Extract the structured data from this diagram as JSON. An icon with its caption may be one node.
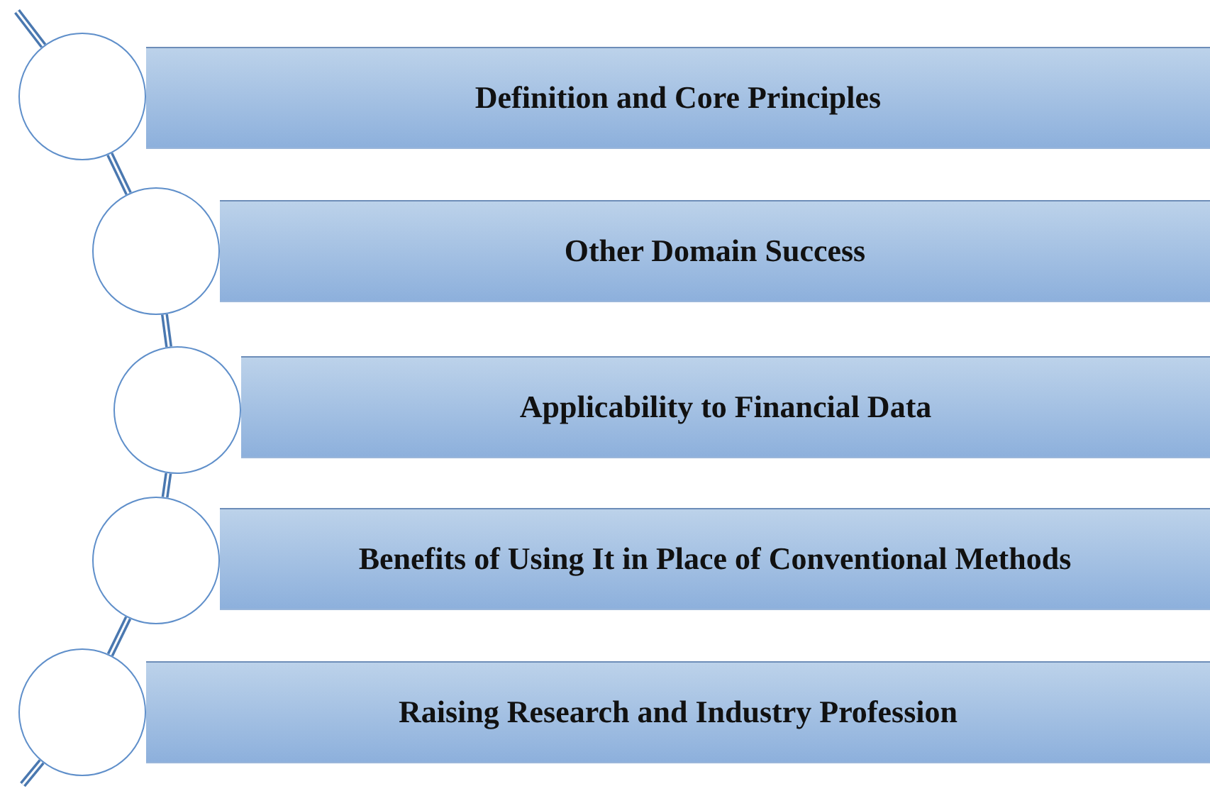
{
  "diagram": {
    "nodes": [
      {
        "text": [
          "Definition and Core Principles"
        ]
      },
      {
        "text": [
          "Other Domain Success"
        ]
      },
      {
        "text": [
          "Applicability to Financial Data"
        ]
      },
      {
        "text": [
          "Benefits of Using It in Place of Conventional Methods"
        ]
      },
      {
        "text": [
          "Raising Research and Industry Profession"
        ]
      },
      {
        "text": [],
        "shape": "circle"
      },
      {
        "text": [],
        "shape": "circle"
      },
      {
        "text": [],
        "shape": "circle"
      },
      {
        "text": [],
        "shape": "circle"
      },
      {
        "text": [],
        "shape": "circle"
      }
    ],
    "edges": [
      {
        "from": null,
        "to": 5,
        "arrow": "none"
      },
      {
        "from": 5,
        "to": 6,
        "arrow": "none"
      },
      {
        "from": 6,
        "to": 7,
        "arrow": "none"
      },
      {
        "from": 7,
        "to": 8,
        "arrow": "none"
      },
      {
        "from": 8,
        "to": 9,
        "arrow": "none"
      },
      {
        "from": 9,
        "to": null,
        "arrow": "none"
      }
    ]
  }
}
